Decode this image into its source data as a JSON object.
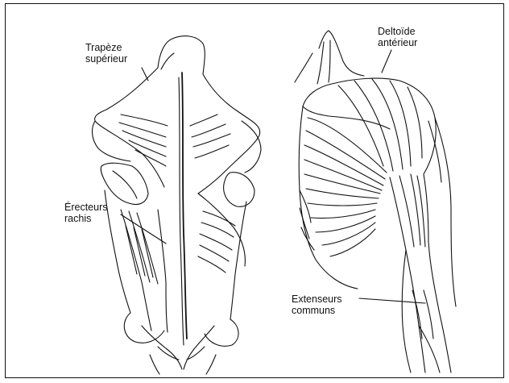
{
  "labels": {
    "trapeze": "Trapèze\nsupérieur",
    "deltoide": "Deltoïde\nantérieur",
    "erecteurs": "Érecteurs\nrachis",
    "extenseurs": "Extenseurs\ncommuns"
  },
  "colors": {
    "ink": "#111111",
    "background": "#ffffff"
  }
}
